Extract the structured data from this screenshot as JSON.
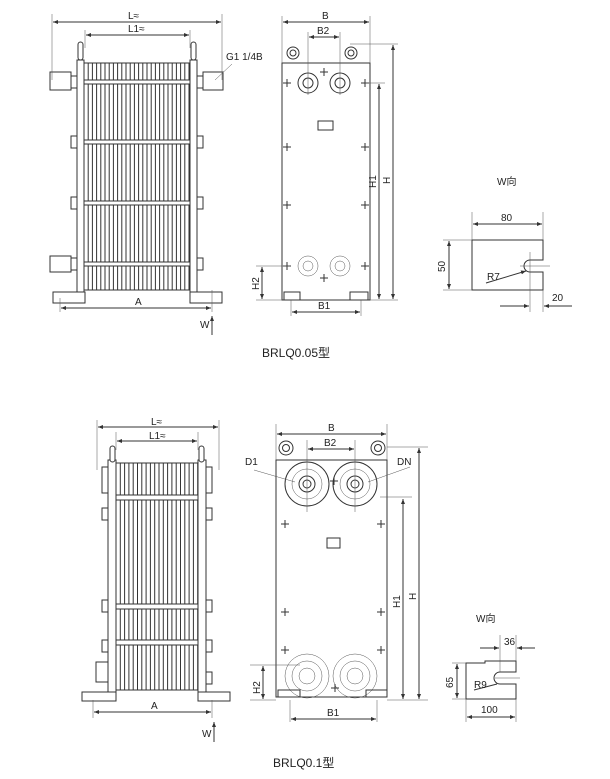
{
  "top": {
    "title": "BRLQ0.05型",
    "side": {
      "L": "L≈",
      "L1": "L1≈",
      "port": "G1 1/4B",
      "A": "A",
      "W": "W"
    },
    "front": {
      "B": "B",
      "B2": "B2",
      "H1": "H1",
      "H": "H",
      "H2": "H2",
      "B1": "B1"
    },
    "wview": {
      "label": "W向",
      "width": "80",
      "height": "50",
      "radius": "R7",
      "slot": "20"
    }
  },
  "bottom": {
    "title": "BRLQ0.1型",
    "side": {
      "L": "L≈",
      "L1": "L1≈",
      "A": "A",
      "W": "W"
    },
    "front": {
      "B": "B",
      "B2": "B2",
      "D1": "D1",
      "DN": "DN",
      "H1": "H1",
      "H": "H",
      "H2": "H2",
      "B1": "B1"
    },
    "wview": {
      "label": "W向",
      "slot": "36",
      "height": "65",
      "radius": "R9",
      "width": "100"
    }
  }
}
